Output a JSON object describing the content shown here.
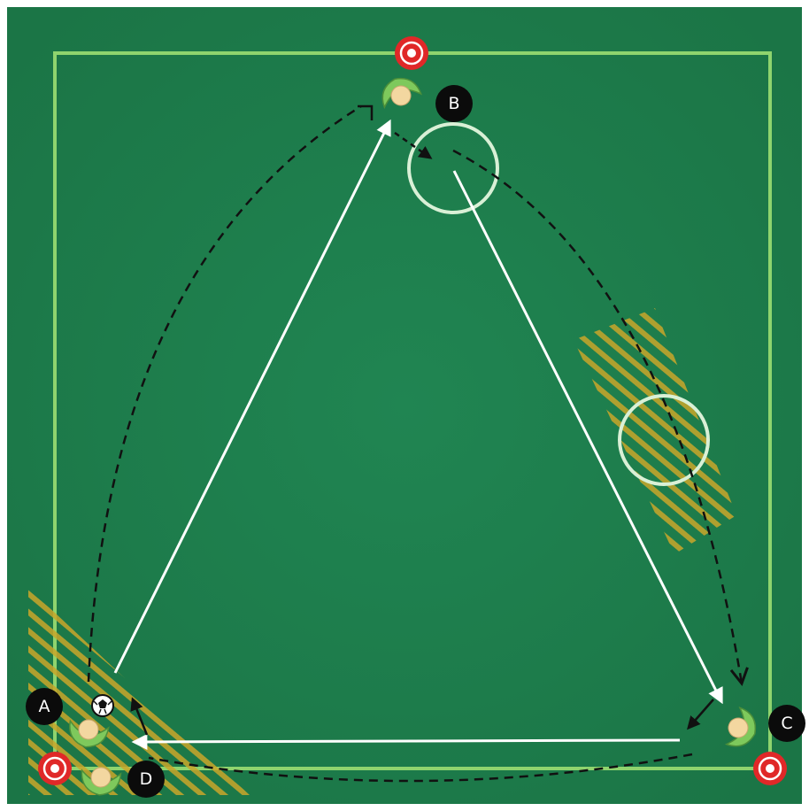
{
  "colors": {
    "pitch": "#1e7d4c",
    "pitch_dark": "#17663d",
    "boundary": "#8fd46e",
    "pass_arrow": "#ffffff",
    "run_arrow": "#111111",
    "cone_red": "#e02828",
    "zone_hatch": "#c9a62a",
    "player_body": "#7ec95c",
    "player_head": "#f3d7a0",
    "badge": "#0b0b0b"
  },
  "labels": {
    "a": "A",
    "b": "B",
    "c": "C",
    "d": "D"
  },
  "icons": {
    "cone": "cone-icon",
    "player": "player-icon",
    "ball": "soccer-ball-icon"
  }
}
